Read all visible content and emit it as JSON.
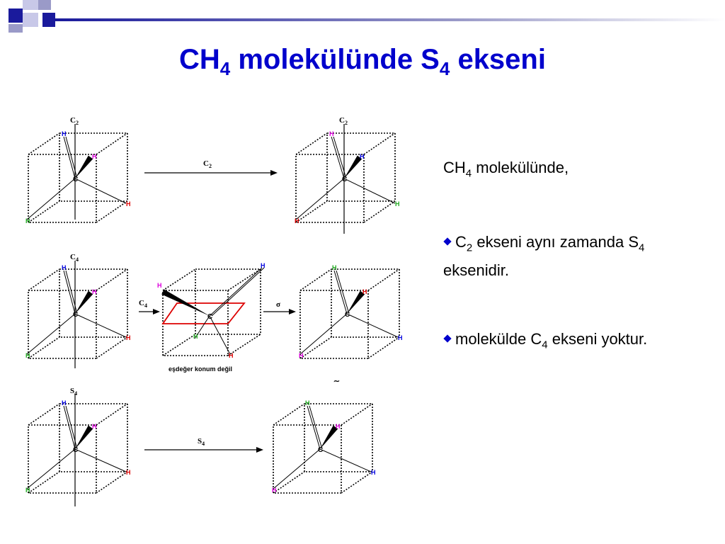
{
  "title": {
    "main": "CH",
    "sub1": "4",
    "mid": " molekülünde S",
    "sub2": "4",
    "end": " ekseni"
  },
  "diagram": {
    "row1": {
      "axis_left": "C",
      "axis_left_sub": "2",
      "arrow": "C",
      "arrow_sub": "2",
      "axis_right": "C",
      "axis_right_sub": "2"
    },
    "row2": {
      "axis_left": "C",
      "axis_left_sub": "4",
      "arrow1": "C",
      "arrow1_sub": "4",
      "arrow2": "σ",
      "caption": "eşdeğer konum değil"
    },
    "row3": {
      "axis_left": "S",
      "axis_left_sub": "4",
      "arrow": "S",
      "arrow_sub": "4",
      "equiv": "≀"
    },
    "atom_c": "C",
    "atom_h": "H",
    "colors": {
      "blue": "#0000dd",
      "magenta": "#dd00dd",
      "red": "#dd0000",
      "green": "#22aa22",
      "plane": "#dd0000"
    }
  },
  "text": {
    "intro": {
      "a": "CH",
      "sub": "4",
      "b": " molekülünde,"
    },
    "bullet1": {
      "a": "C",
      "sub1": "2",
      "b": " ekseni aynı zamanda S",
      "sub2": "4",
      "c": " eksenidir."
    },
    "bullet2": {
      "a": "molekülde C",
      "sub": "4",
      "b": " ekseni yoktur."
    }
  },
  "accent_color": "#0000cc"
}
